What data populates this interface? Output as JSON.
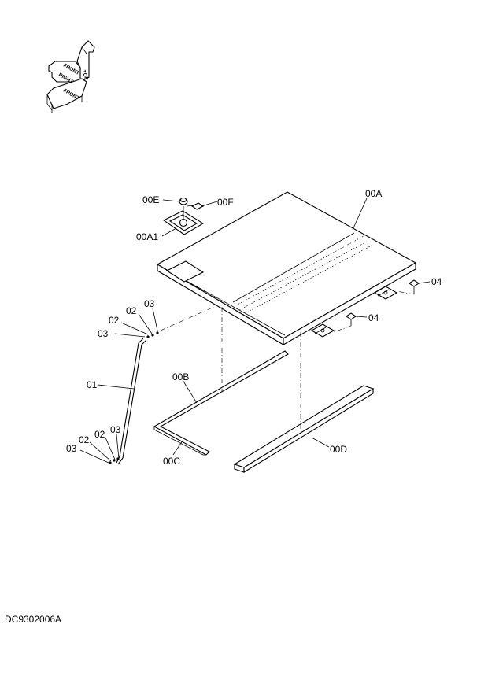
{
  "orientation_icon": {
    "arrow_labels": [
      "TOP",
      "FRONT",
      "RIGHT",
      "FRONT"
    ]
  },
  "labels": {
    "00E": "00E",
    "00F": "00F",
    "00A": "00A",
    "00A1": "00A1",
    "04_upper": "04",
    "04_lower": "04",
    "03_top_a": "03",
    "02_top": "02",
    "03_top_b": "03",
    "01": "01",
    "00B": "00B",
    "00C": "00C",
    "00D": "00D",
    "03_bot_a": "03",
    "02_bot_a": "02",
    "02_bot_b": "02",
    "03_bot_b": "03"
  },
  "drawing_number": "DC9302006A"
}
